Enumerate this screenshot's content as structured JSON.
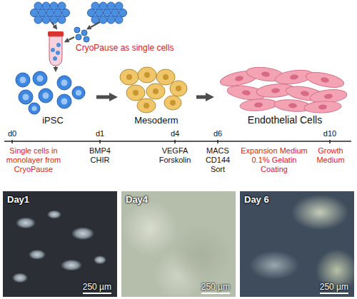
{
  "diagram": {
    "nodes": [
      {
        "text": [
          "iPSC"
        ]
      },
      {
        "text": [
          "Mesoderm"
        ]
      },
      {
        "text": [
          "Endothelial Cells"
        ]
      },
      {
        "text": [
          "Day1",
          "250 µm"
        ]
      },
      {
        "text": [
          "Day4",
          "250 µm"
        ]
      },
      {
        "text": [
          "Day 6",
          "250 µm"
        ]
      }
    ],
    "edges": [
      {
        "from": 0,
        "to": 1,
        "arrow": "to"
      },
      {
        "from": 1,
        "to": 2,
        "arrow": "to"
      }
    ],
    "labels": [
      "CryoPause as single cells",
      "d0",
      "d1",
      "d4",
      "d6",
      "d10",
      "Single cells in monolayer from CryoPause",
      "BMP4 CHIR",
      "VEGFA Forskolin",
      "MACS CD144 Sort",
      "Expansion Medium 0.1% Gelatin Coating",
      "Growth Medium"
    ]
  }
}
